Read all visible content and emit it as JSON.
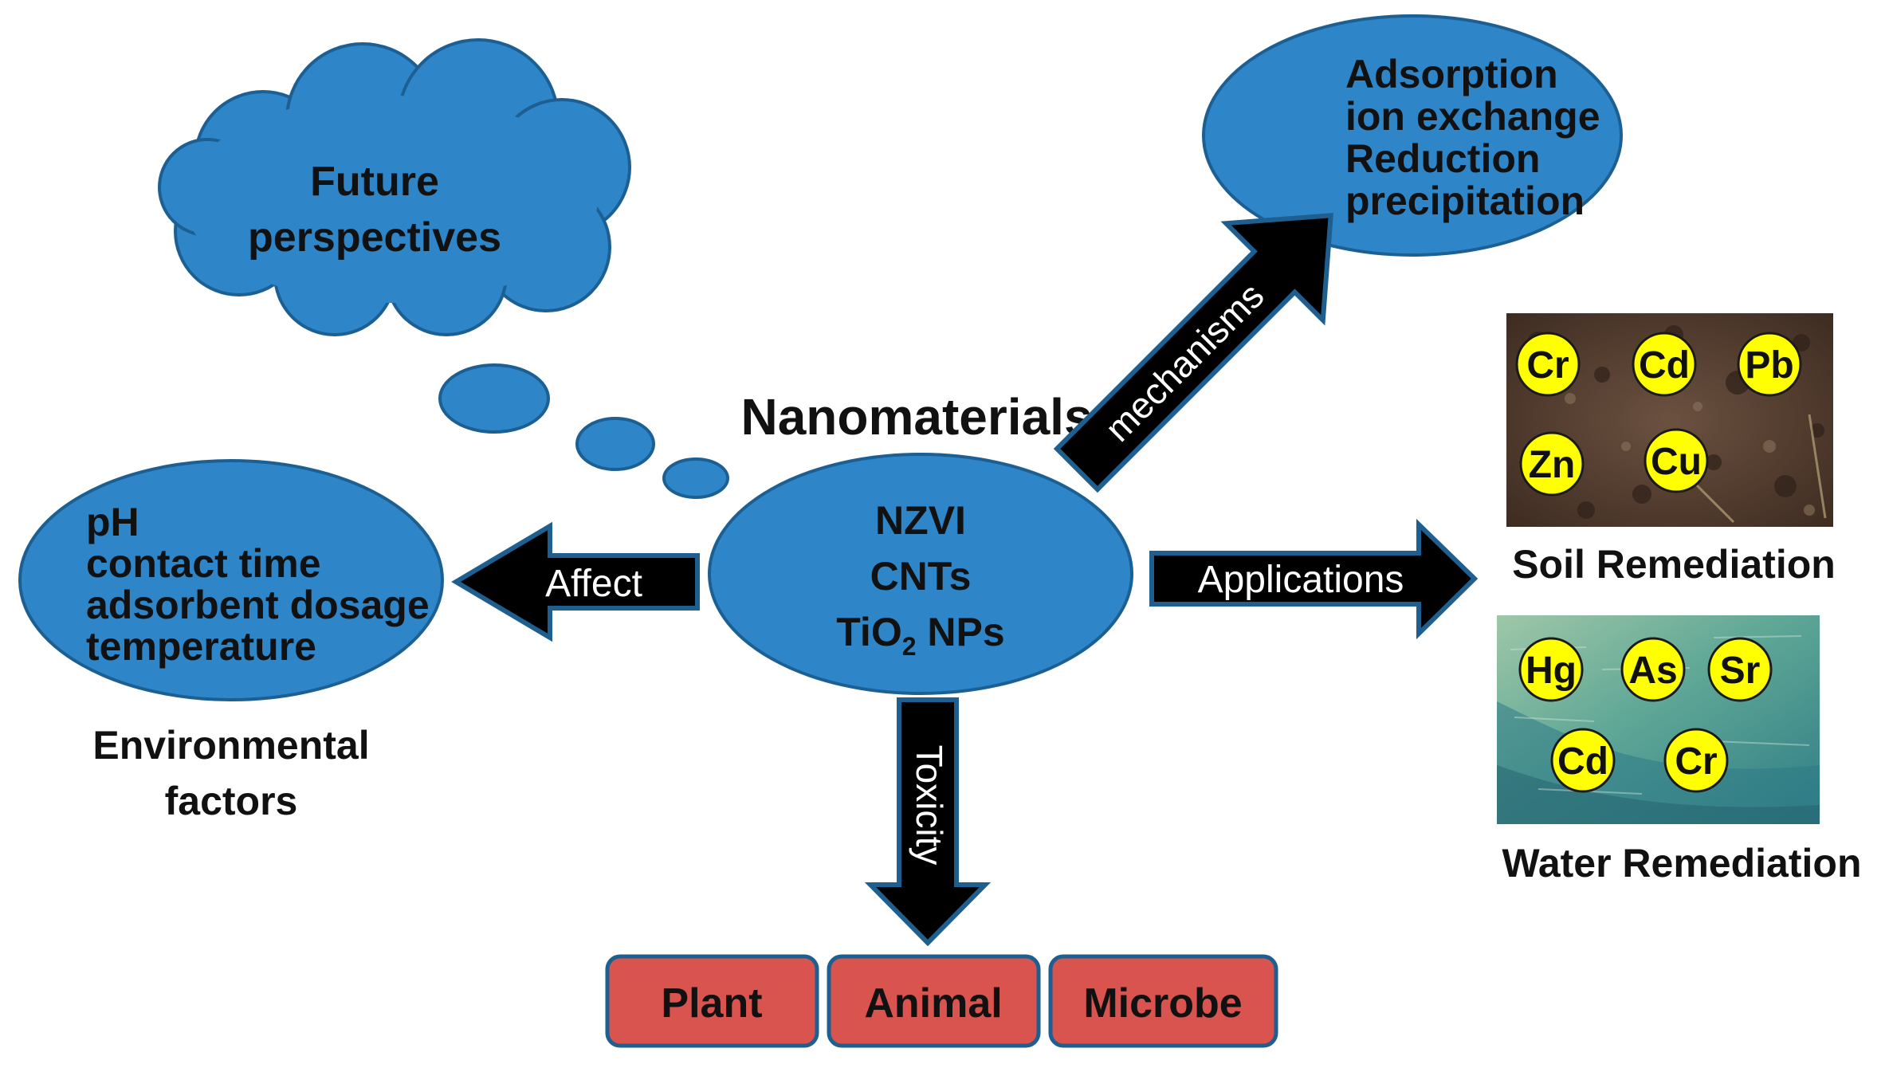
{
  "title": "Nanomaterials",
  "center_ellipse": {
    "line1": "NZVI",
    "line2": "CNTs",
    "line3_main": "TiO",
    "line3_sub": "2",
    "line3_rest": " NPs"
  },
  "cloud": {
    "line1": "Future",
    "line2": "perspectives"
  },
  "mechanisms": {
    "arrow_label": "mechanisms",
    "items": [
      "Adsorption",
      "ion exchange",
      "Reduction",
      "precipitation"
    ]
  },
  "factors": {
    "arrow_label": "Affect",
    "items": [
      "pH",
      "contact time",
      "adsorbent dosage",
      "temperature"
    ],
    "caption_line1": "Environmental",
    "caption_line2": "factors"
  },
  "applications": {
    "arrow_label": "Applications",
    "soil": {
      "caption": "Soil Remediation",
      "metals": [
        "Cr",
        "Cd",
        "Pb",
        "Zn",
        "Cu"
      ]
    },
    "water": {
      "caption": "Water Remediation",
      "metals": [
        "Hg",
        "As",
        "Sr",
        "Cd",
        "Cr"
      ]
    }
  },
  "toxicity": {
    "arrow_label": "Toxicity",
    "targets": [
      "Plant",
      "Animal",
      "Microbe"
    ]
  },
  "colors": {
    "ellipse_blue": "#2e86c8",
    "ellipse_border": "#1c5f93",
    "arrow_black": "#000000",
    "metal_yellow": "#ffff00",
    "target_red": "#d9534f",
    "soil_brown": "#5a4332",
    "water_teal": "#4f9a8c"
  },
  "icons": [
    "cloud-shape",
    "thought-bubble",
    "block-arrow",
    "soil-photo",
    "water-photo"
  ]
}
